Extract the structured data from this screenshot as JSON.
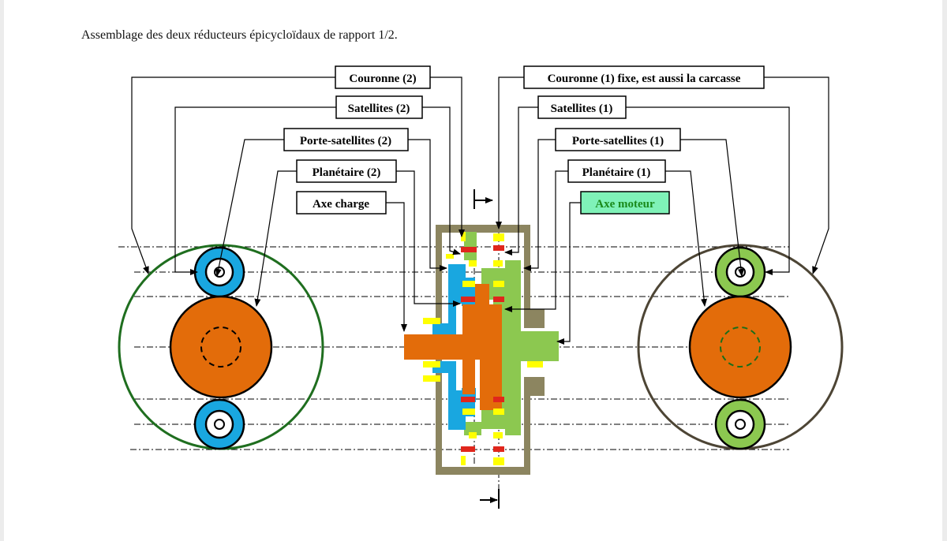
{
  "caption": "Assemblage des deux réducteurs épicycloïdaux de rapport 1/2.",
  "labels": {
    "couronne2": "Couronne (2)",
    "satellites2": "Satellites (2)",
    "porte_satellites2": "Porte-satellites (2)",
    "planetaire2": "Planétaire (2)",
    "axe_charge": "Axe charge",
    "couronne1": "Couronne (1) fixe, est aussi la carcasse",
    "satellites1": "Satellites (1)",
    "porte_satellites1": "Porte-satellites (1)",
    "planetaire1": "Planétaire (1)",
    "axe_moteur": "Axe moteur"
  },
  "colors": {
    "carcasse": "#8c8560",
    "satellites2": "#19a7e0",
    "satellites1": "#8cc850",
    "planetaire": "#e36c0a",
    "ring2": "#1f6e1f",
    "ring1": "#4d4535",
    "teeth_yellow": "#ffff00",
    "teeth_red": "#e0261c",
    "axe_moteur_bg": "#7ff2b8"
  }
}
